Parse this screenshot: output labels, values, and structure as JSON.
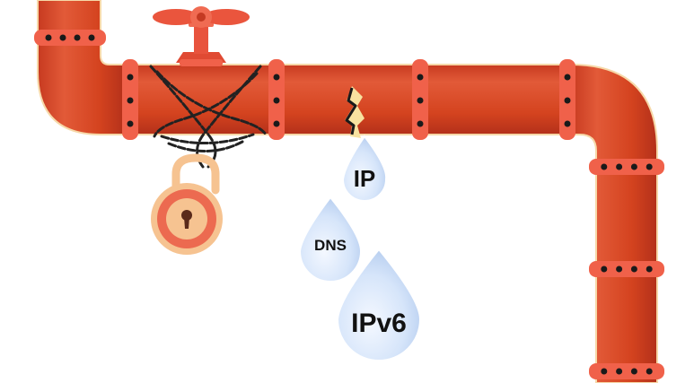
{
  "drops": [
    {
      "label": "IP"
    },
    {
      "label": "DNS"
    },
    {
      "label": "IPv6"
    }
  ],
  "colors": {
    "pipe_body": "#d9482a",
    "pipe_shadow": "#b8351e",
    "pipe_highlight": "#ee6a48",
    "flange": "#f0614a",
    "bolt": "#1a1a1a",
    "valve": "#e8533d",
    "chain": "#222222",
    "lock_ring": "#f6c391",
    "lock_body": "#ec6a50",
    "water": "#cfe0f7",
    "crack_glow": "#f8e2a0"
  },
  "icons": [
    "valve-handle-icon",
    "chain-icon",
    "padlock-icon",
    "crack-icon",
    "water-drop-icon"
  ]
}
